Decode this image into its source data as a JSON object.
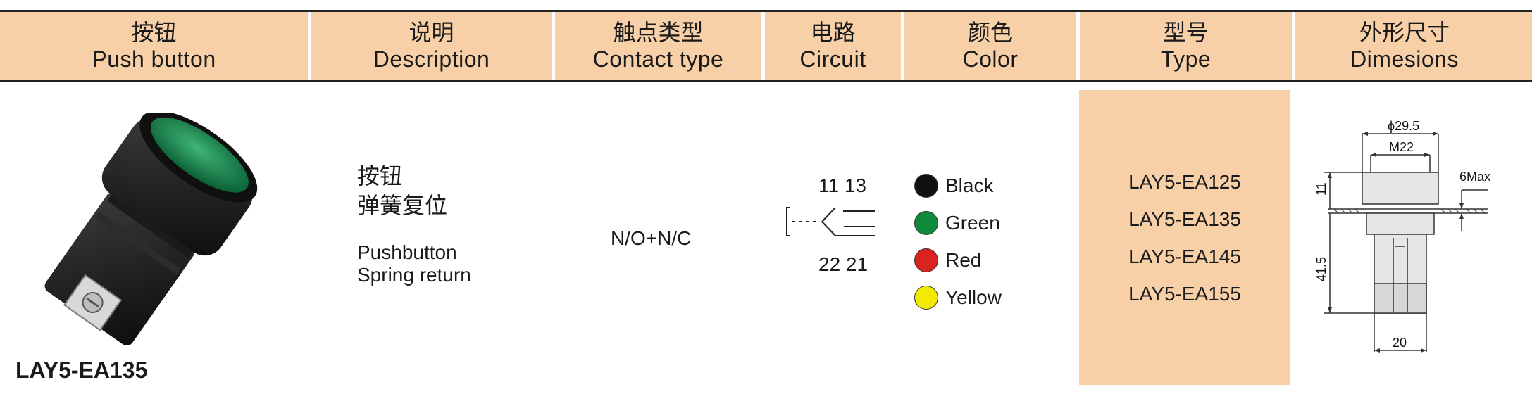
{
  "headers": [
    {
      "zh": "按钮",
      "en": "Push button"
    },
    {
      "zh": "说明",
      "en": "Description"
    },
    {
      "zh": "触点类型",
      "en": "Contact type"
    },
    {
      "zh": "电路",
      "en": "Circuit"
    },
    {
      "zh": "颜色",
      "en": "Color"
    },
    {
      "zh": "型号",
      "en": "Type"
    },
    {
      "zh": "外形尺寸",
      "en": "Dimesions"
    }
  ],
  "product": {
    "model": "LAY5-EA135",
    "button_color": "#1d8a4e"
  },
  "description": {
    "zh_line1": "按钮",
    "zh_line2": "弹簧复位",
    "en_line1": "Pushbutton",
    "en_line2": "Spring return"
  },
  "contact_type": "N/O+N/C",
  "circuit": {
    "top_terminals": "11 13",
    "bottom_terminals": "22 21"
  },
  "colors": [
    {
      "name": "Black",
      "hex": "#111111"
    },
    {
      "name": "Green",
      "hex": "#0e8a3a"
    },
    {
      "name": "Red",
      "hex": "#d9231e"
    },
    {
      "name": "Yellow",
      "hex": "#f2ea00"
    }
  ],
  "types": [
    "LAY5-EA125",
    "LAY5-EA135",
    "LAY5-EA145",
    "LAY5-EA155"
  ],
  "dimensions": {
    "diameter": "ϕ29.5",
    "thread": "M22",
    "panel_max": "6Max",
    "head_height": "11",
    "body_height": "41.5",
    "base_width": "20"
  },
  "theme": {
    "header_bg": "#f7d0a8",
    "type_bg": "#f7d0a8"
  }
}
